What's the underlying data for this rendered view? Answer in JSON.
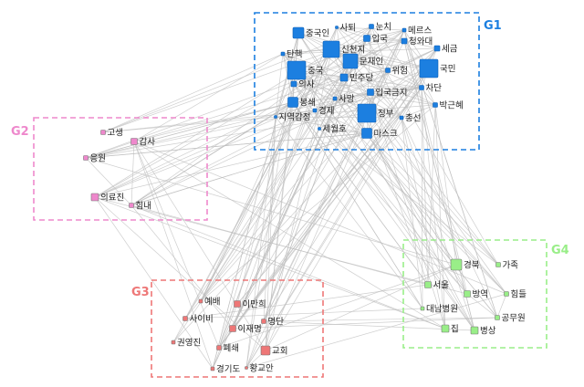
{
  "colors": {
    "G1": "#1c7fe0",
    "G2": "#ee88cc",
    "G3": "#ee7777",
    "G4": "#99ee88",
    "edge": "#bdbdbd"
  },
  "groups": [
    {
      "id": "G1",
      "label": "G1"
    },
    {
      "id": "G2",
      "label": "G2"
    },
    {
      "id": "G3",
      "label": "G3"
    },
    {
      "id": "G4",
      "label": "G4"
    }
  ],
  "nodes": [
    {
      "id": "중국인",
      "label": "중국인",
      "group": "G1",
      "size": 12
    },
    {
      "id": "사퇴",
      "label": "사퇴",
      "group": "G1",
      "size": 3
    },
    {
      "id": "눈치",
      "label": "눈치",
      "group": "G1",
      "size": 5
    },
    {
      "id": "메르스",
      "label": "메르스",
      "group": "G1",
      "size": 4
    },
    {
      "id": "신천지",
      "label": "신천지",
      "group": "G1",
      "size": 18
    },
    {
      "id": "입국",
      "label": "입국",
      "group": "G1",
      "size": 7
    },
    {
      "id": "청와대",
      "label": "청와대",
      "group": "G1",
      "size": 6
    },
    {
      "id": "세금",
      "label": "세금",
      "group": "G1",
      "size": 6
    },
    {
      "id": "탄핵",
      "label": "탄핵",
      "group": "G1",
      "size": 4
    },
    {
      "id": "문재인",
      "label": "문재인",
      "group": "G1",
      "size": 16
    },
    {
      "id": "중국",
      "label": "중국",
      "group": "G1",
      "size": 20
    },
    {
      "id": "국민",
      "label": "국민",
      "group": "G1",
      "size": 20
    },
    {
      "id": "위험",
      "label": "위험",
      "group": "G1",
      "size": 5
    },
    {
      "id": "민주당",
      "label": "민주당",
      "group": "G1",
      "size": 8
    },
    {
      "id": "의사",
      "label": "의사",
      "group": "G1",
      "size": 6
    },
    {
      "id": "차단",
      "label": "차단",
      "group": "G1",
      "size": 5
    },
    {
      "id": "입국금지",
      "label": "입국금지",
      "group": "G1",
      "size": 7
    },
    {
      "id": "봉쇄",
      "label": "봉쇄",
      "group": "G1",
      "size": 11
    },
    {
      "id": "사망",
      "label": "사망",
      "group": "G1",
      "size": 4
    },
    {
      "id": "박근혜",
      "label": "박근혜",
      "group": "G1",
      "size": 5
    },
    {
      "id": "경제",
      "label": "경제",
      "group": "G1",
      "size": 4
    },
    {
      "id": "정부",
      "label": "정부",
      "group": "G1",
      "size": 20
    },
    {
      "id": "지역감정",
      "label": "지역감정",
      "group": "G1",
      "size": 3
    },
    {
      "id": "총선",
      "label": "총선",
      "group": "G1",
      "size": 4
    },
    {
      "id": "세월호",
      "label": "세월호",
      "group": "G1",
      "size": 3
    },
    {
      "id": "마스크",
      "label": "마스크",
      "group": "G1",
      "size": 11
    },
    {
      "id": "고생",
      "label": "고생",
      "group": "G2",
      "size": 5
    },
    {
      "id": "감사",
      "label": "감사",
      "group": "G2",
      "size": 7
    },
    {
      "id": "응원",
      "label": "응원",
      "group": "G2",
      "size": 5
    },
    {
      "id": "의료진",
      "label": "의료진",
      "group": "G2",
      "size": 8
    },
    {
      "id": "힘내",
      "label": "힘내",
      "group": "G2",
      "size": 5
    },
    {
      "id": "예배",
      "label": "예배",
      "group": "G3",
      "size": 4
    },
    {
      "id": "이만희",
      "label": "이만희",
      "group": "G3",
      "size": 7
    },
    {
      "id": "사이비",
      "label": "사이비",
      "group": "G3",
      "size": 5
    },
    {
      "id": "명단",
      "label": "명단",
      "group": "G3",
      "size": 5
    },
    {
      "id": "이재명",
      "label": "이재명",
      "group": "G3",
      "size": 7
    },
    {
      "id": "권영진",
      "label": "권영진",
      "group": "G3",
      "size": 4
    },
    {
      "id": "폐쇄",
      "label": "폐쇄",
      "group": "G3",
      "size": 5
    },
    {
      "id": "교회",
      "label": "교회",
      "group": "G3",
      "size": 10
    },
    {
      "id": "경기도",
      "label": "경기도",
      "group": "G3",
      "size": 4
    },
    {
      "id": "황교안",
      "label": "황교안",
      "group": "G3",
      "size": 3
    },
    {
      "id": "경북",
      "label": "경북",
      "group": "G4",
      "size": 12
    },
    {
      "id": "가족",
      "label": "가족",
      "group": "G4",
      "size": 5
    },
    {
      "id": "서울",
      "label": "서울",
      "group": "G4",
      "size": 7
    },
    {
      "id": "방역",
      "label": "방역",
      "group": "G4",
      "size": 7
    },
    {
      "id": "힘들",
      "label": "힘들",
      "group": "G4",
      "size": 5
    },
    {
      "id": "대남병원",
      "label": "대남병원",
      "group": "G4",
      "size": 4
    },
    {
      "id": "공무원",
      "label": "공무원",
      "group": "G4",
      "size": 5
    },
    {
      "id": "집",
      "label": "집",
      "group": "G4",
      "size": 8
    },
    {
      "id": "병상",
      "label": "병상",
      "group": "G4",
      "size": 8
    }
  ]
}
